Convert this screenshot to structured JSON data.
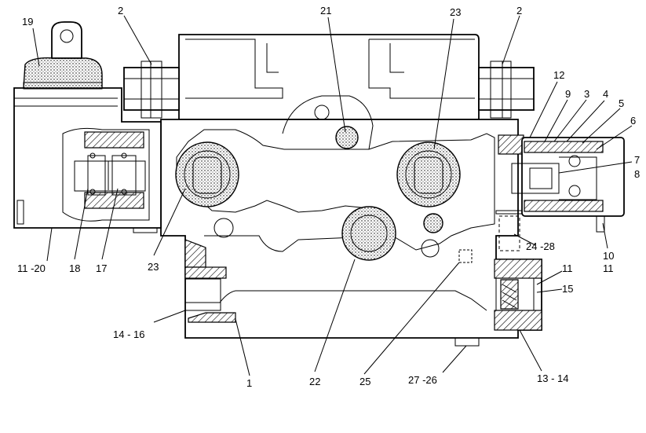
{
  "callouts": [
    {
      "id": "c19",
      "text": "19"
    },
    {
      "id": "c2a",
      "text": "2"
    },
    {
      "id": "c21",
      "text": "21"
    },
    {
      "id": "c23a",
      "text": "23"
    },
    {
      "id": "c2b",
      "text": "2"
    },
    {
      "id": "c12",
      "text": "12"
    },
    {
      "id": "c9",
      "text": "9"
    },
    {
      "id": "c3",
      "text": "3"
    },
    {
      "id": "c4",
      "text": "4"
    },
    {
      "id": "c5",
      "text": "5"
    },
    {
      "id": "c6",
      "text": "6"
    },
    {
      "id": "c7",
      "text": "7"
    },
    {
      "id": "c8",
      "text": "8"
    },
    {
      "id": "c2428",
      "text": "24  -28"
    },
    {
      "id": "c10",
      "text": "10"
    },
    {
      "id": "c11a",
      "text": "11"
    },
    {
      "id": "c11b",
      "text": "11"
    },
    {
      "id": "c15",
      "text": "15"
    },
    {
      "id": "c1120",
      "text": "11  -20"
    },
    {
      "id": "c18",
      "text": "18"
    },
    {
      "id": "c17",
      "text": "17"
    },
    {
      "id": "c23b",
      "text": "23"
    },
    {
      "id": "c1416",
      "text": "14  -  16"
    },
    {
      "id": "c1",
      "text": "1"
    },
    {
      "id": "c22",
      "text": "22"
    },
    {
      "id": "c25",
      "text": "25"
    },
    {
      "id": "c2726",
      "text": "27  -26"
    },
    {
      "id": "c1314",
      "text": "13  -  14"
    }
  ]
}
